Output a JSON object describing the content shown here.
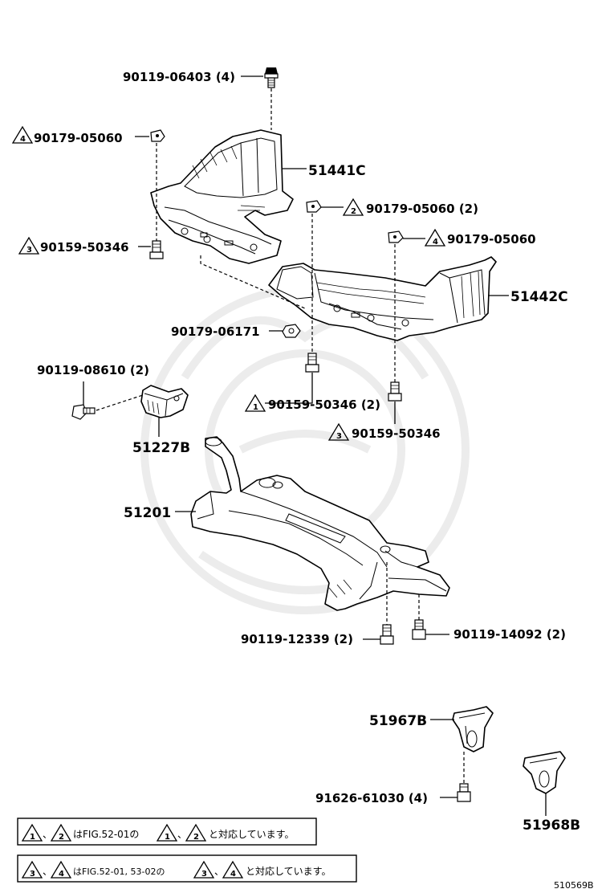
{
  "labels": {
    "bolt_top": "90119-06403 (4)",
    "clip_tl": "90179-05060",
    "clip_tl_ref": "4",
    "cover_left": "51441C",
    "clip_mid": "90179-05060 (2)",
    "clip_mid_ref": "2",
    "bolt_tl": "90159-50346",
    "bolt_tl_ref": "3",
    "clip_right": "90179-05060",
    "clip_right_ref": "4",
    "cover_right": "51442C",
    "nut_mid": "90179-06171",
    "bolt_mid": "90159-50346 (2)",
    "bolt_mid_ref": "1",
    "bolt_bracket": "90119-08610 (2)",
    "bolt_right": "90159-50346",
    "bolt_right_ref": "3",
    "bracket": "51227B",
    "crossmember": "51201",
    "bolt_cm_left": "90119-12339 (2)",
    "bolt_cm_right": "90119-14092 (2)",
    "stopper_a": "51967B",
    "bolt_stopper": "91626-61030 (4)",
    "stopper_b": "51968B"
  },
  "notes": [
    {
      "refs": [
        "1",
        "2"
      ],
      "sep": "、",
      "text_a": "はFIG.52-01の",
      "refs_b": [
        "1",
        "2"
      ],
      "text_b": "と対応しています。"
    },
    {
      "refs": [
        "3",
        "4"
      ],
      "sep": "、",
      "text_a": "はFIG.52-01, 53-02の",
      "refs_b": [
        "3",
        "4"
      ],
      "text_b": "と対応しています。"
    }
  ],
  "figure_id": "510569B"
}
